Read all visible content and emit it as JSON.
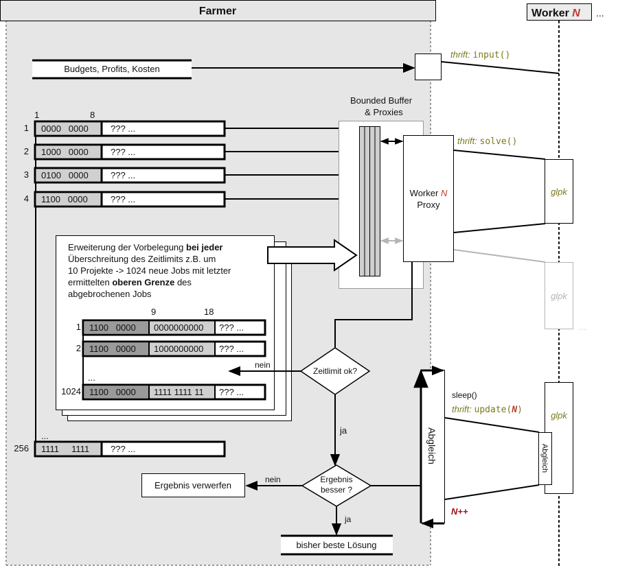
{
  "farmer": {
    "title": "Farmer",
    "inputs_box": "Budgets, Profits, Kosten",
    "buffer_label_line1": "Bounded Buffer",
    "buffer_label_line2": "& Proxies",
    "bit_header_start": "1",
    "bit_header_end": "8",
    "jobs": [
      {
        "index": "1",
        "bits": "0000   0000",
        "rest": "??? ..."
      },
      {
        "index": "2",
        "bits": "1000   0000",
        "rest": "??? ..."
      },
      {
        "index": "3",
        "bits": "0100   0000",
        "rest": "??? ..."
      },
      {
        "index": "4",
        "bits": "1100   0000",
        "rest": "??? ..."
      }
    ],
    "jobs_ellipsis": "...",
    "last_job": {
      "index": "256",
      "bits": "1111     1111",
      "rest": "??? ..."
    },
    "extension_note": {
      "lines": [
        [
          {
            "text": "Erweiterung der Vorbelegung ",
            "bold": false
          },
          {
            "text": "bei jeder",
            "bold": true
          }
        ],
        [
          {
            "text": "Überschreitung des Zeitlimits z.B. um",
            "bold": false
          }
        ],
        [
          {
            "text": "10 Projekte -> 1024 neue Jobs mit letzter",
            "bold": false
          }
        ],
        [
          {
            "text": "ermittelten ",
            "bold": false
          },
          {
            "text": "oberen Grenze",
            "bold": true
          },
          {
            "text": " des",
            "bold": false
          }
        ],
        [
          {
            "text": "abgebrochenen Jobs",
            "bold": false
          }
        ]
      ],
      "bit_header_a": "9",
      "bit_header_b": "18",
      "subjobs": [
        {
          "index": "1",
          "bits_a": "1100   0000",
          "bits_b": "0000000000",
          "rest": "??? ..."
        },
        {
          "index": "2",
          "bits_a": "1100   0000",
          "bits_b": "1000000000",
          "rest": "??? ..."
        }
      ],
      "subjobs_ellipsis": "...",
      "last_subjob": {
        "index": "1024",
        "bits_a": "1100   0000",
        "bits_b": "1111 1111 11",
        "rest": "??? ..."
      }
    },
    "proxy_label_word": "Worker",
    "proxy_label_var": "N",
    "proxy_label_line2": "Proxy",
    "decision_time": "Zeitlimit ok?",
    "decision_time_no": "nein",
    "decision_time_yes": "ja",
    "decision_result_line1": "Ergebnis",
    "decision_result_line2": "besser ?",
    "decision_result_no": "nein",
    "decision_result_yes": "ja",
    "discard_box": "Ergebnis verwerfen",
    "best_box": "bisher beste Lösung",
    "sync_label": "Abgleich"
  },
  "worker": {
    "title_word": "Worker",
    "title_var": "N",
    "more": "...",
    "call_input_prefix": "thrift:",
    "call_input": "input()",
    "call_solve_prefix": "thrift:",
    "call_solve": "solve()",
    "solver": "glpk",
    "solver_ghost": "glpk",
    "ghost_more": "...",
    "sleep": "sleep()",
    "call_update_prefix": "thrift:",
    "call_update_fn": "update(",
    "call_update_var": "N",
    "call_update_close": ")",
    "sync_label": "Abgleich",
    "increment": "N++"
  },
  "colors": {
    "farmer_bg": "#e6e6e6",
    "thrift": "#7a7a1e",
    "var_red": "#c0392b",
    "incr_red": "#a0101a",
    "bits_light": "#d0d0d0",
    "bits_dark": "#9a9a9a",
    "ghost": "#b5b5b5"
  }
}
